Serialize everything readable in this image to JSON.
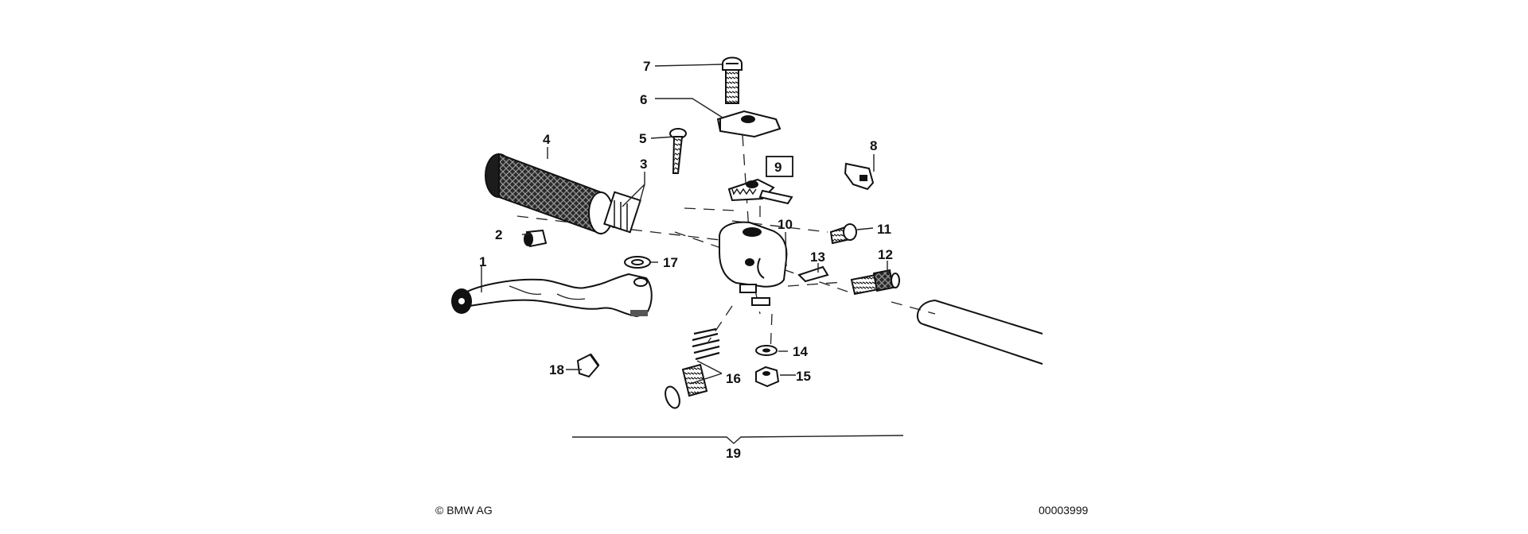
{
  "callouts": {
    "c1": "1",
    "c2": "2",
    "c3": "3",
    "c4": "4",
    "c5": "5",
    "c6": "6",
    "c7": "7",
    "c8": "8",
    "c9": "9",
    "c10": "10",
    "c11": "11",
    "c12": "12",
    "c13": "13",
    "c14": "14",
    "c15": "15",
    "c16": "16",
    "c17": "17",
    "c18": "18",
    "c19": "19"
  },
  "footer": {
    "copyright": "© BMW AG",
    "image_number": "00003999"
  }
}
